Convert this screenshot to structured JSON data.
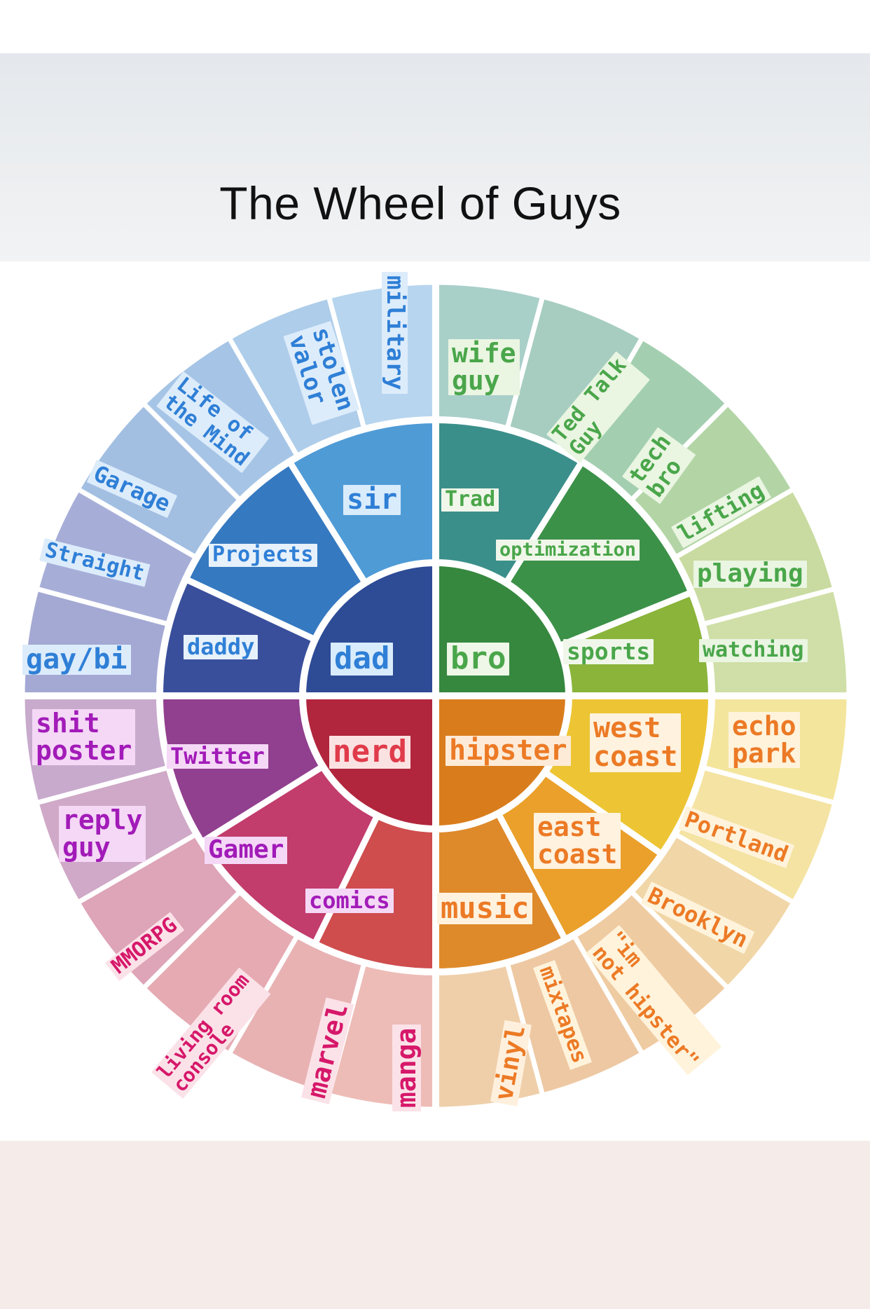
{
  "title": "The Wheel of Guys",
  "colors": {
    "blue": "#2f7fd6",
    "green": "#4aa64a",
    "purple": "#a21bb8",
    "orange": "#ec7a25",
    "pink": "#d6186a"
  },
  "wheel": {
    "core": [
      {
        "label": "dad",
        "color": "#2e4b96",
        "text_color": "#2f7fd6"
      },
      {
        "label": "bro",
        "color": "#36883f",
        "text_color": "#4aa64a"
      },
      {
        "label": "hipster",
        "color": "#d97d1c",
        "text_color": "#ec7a25"
      },
      {
        "label": "nerd",
        "color": "#b1263d",
        "text_color": "#e03b4a"
      }
    ],
    "middle": [
      {
        "label": "sir",
        "color": "#4f9bd6",
        "text_color": "#2f7fd6"
      },
      {
        "label": "Projects",
        "color": "#3579c0",
        "text_color": "#2f7fd6"
      },
      {
        "label": "daddy",
        "color": "#394f9c",
        "text_color": "#2f7fd6"
      },
      {
        "label": "Trad",
        "color": "#3b8f8a",
        "text_color": "#4aa64a"
      },
      {
        "label": "optimization",
        "color": "#3c9149",
        "text_color": "#4aa64a"
      },
      {
        "label": "sports",
        "color": "#8ab43a",
        "text_color": "#4aa64a"
      },
      {
        "label": "west\ncoast",
        "color": "#edc534",
        "text_color": "#ec7a25"
      },
      {
        "label": "east\ncoast",
        "color": "#eaa02a",
        "text_color": "#ec7a25"
      },
      {
        "label": "music",
        "color": "#de8a2a",
        "text_color": "#ec7a25"
      },
      {
        "label": "comics",
        "color": "#cf4d4d",
        "text_color": "#a21bb8"
      },
      {
        "label": "Gamer",
        "color": "#c23c6c",
        "text_color": "#a21bb8"
      },
      {
        "label": "Twitter",
        "color": "#913f8f",
        "text_color": "#a21bb8"
      }
    ],
    "outer": [
      {
        "label": "military",
        "color": "#b7d5ee",
        "text_color": "#2f7fd6"
      },
      {
        "label": "stolen\nvalor",
        "color": "#aecdea",
        "text_color": "#2f7fd6"
      },
      {
        "label": "Life of\nthe Mind",
        "color": "#a6c5e6",
        "text_color": "#2f7fd6"
      },
      {
        "label": "Garage",
        "color": "#a2bfe2",
        "text_color": "#2f7fd6"
      },
      {
        "label": "Straight",
        "color": "#a6aed8",
        "text_color": "#2f7fd6"
      },
      {
        "label": "gay/bi",
        "color": "#a3a9d3",
        "text_color": "#2f7fd6"
      },
      {
        "label": "wife\nguy",
        "color": "#a9cfc9",
        "text_color": "#4aa64a"
      },
      {
        "label": "Ted Talk\nGuy",
        "color": "#a6cdc0",
        "text_color": "#4aa64a"
      },
      {
        "label": "tech\nbro",
        "color": "#a3cfb0",
        "text_color": "#4aa64a"
      },
      {
        "label": "lifting",
        "color": "#b3d5a6",
        "text_color": "#4aa64a"
      },
      {
        "label": "playing",
        "color": "#c9dba0",
        "text_color": "#4aa64a"
      },
      {
        "label": "watching",
        "color": "#cfdfa7",
        "text_color": "#4aa64a"
      },
      {
        "label": "echo\npark",
        "color": "#f4e59d",
        "text_color": "#ec7a25"
      },
      {
        "label": "Portland",
        "color": "#f4e3a2",
        "text_color": "#ec7a25"
      },
      {
        "label": "Brooklyn",
        "color": "#f1d6a7",
        "text_color": "#ec7a25"
      },
      {
        "label": "\"im\nnot hipster\"",
        "color": "#efcba1",
        "text_color": "#ec7a25"
      },
      {
        "label": "mixtapes",
        "color": "#edc8a2",
        "text_color": "#ec7a25"
      },
      {
        "label": "vinyl",
        "color": "#efcfaa",
        "text_color": "#ec7a25"
      },
      {
        "label": "manga",
        "color": "#eebcb6",
        "text_color": "#d6186a"
      },
      {
        "label": "marvel",
        "color": "#e8b2b3",
        "text_color": "#d6186a"
      },
      {
        "label": "living room\nconsole",
        "color": "#e6aab2",
        "text_color": "#d6186a"
      },
      {
        "label": "MMORPG",
        "color": "#dea4b7",
        "text_color": "#d6186a"
      },
      {
        "label": "reply\nguy",
        "color": "#cfa9c7",
        "text_color": "#a21bb8"
      },
      {
        "label": "shit\nposter",
        "color": "#c8aacd",
        "text_color": "#a21bb8"
      }
    ]
  }
}
